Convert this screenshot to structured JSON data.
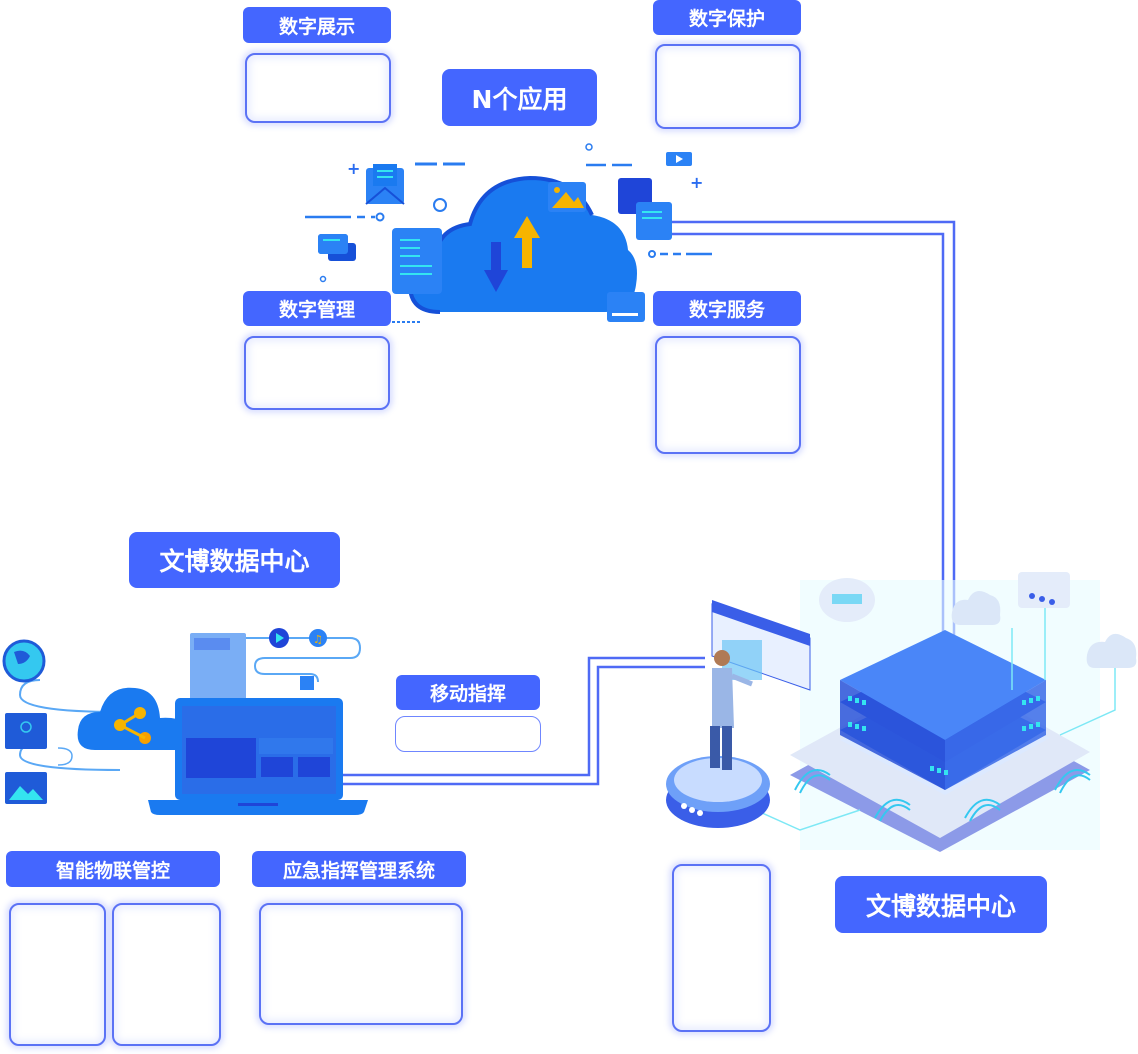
{
  "labels": {
    "digital_display": "数字展示",
    "digital_protection": "数字保护",
    "n_apps": "N个应用",
    "digital_management": "数字管理",
    "digital_service": "数字服务",
    "museum_data_center_left": "文博数据中心",
    "mobile_command": "移动指挥",
    "iot_control": "智能物联管控",
    "emergency_system": "应急指挥管理系统",
    "museum_data_center_right": "文博数据中心"
  },
  "colors": {
    "label_bg": "#4466ff",
    "connector": "#4f6af5",
    "cloud": "#1a7af0",
    "accent_yellow": "#f6b400",
    "cyan": "#34e4f0"
  }
}
